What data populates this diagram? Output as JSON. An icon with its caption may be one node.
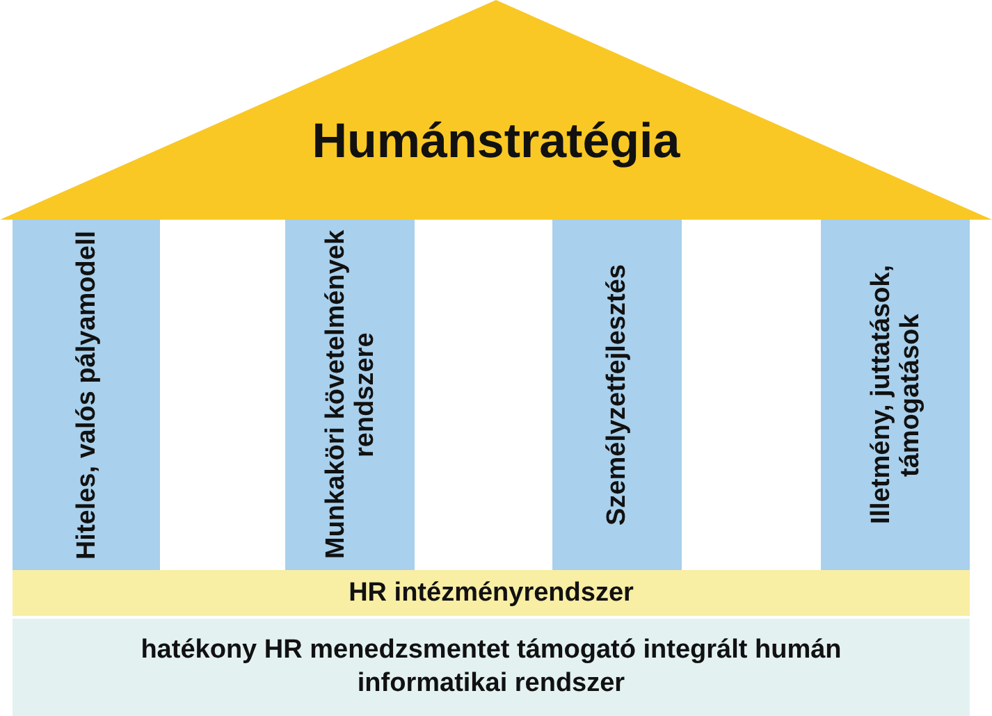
{
  "diagram": {
    "nodes": [
      {
        "text": [
          "Humánstratégia"
        ]
      },
      {
        "text": [
          "Hiteles, valós pályamodell"
        ]
      },
      {
        "text": [
          "Munkaköri követelmények rendszere"
        ]
      },
      {
        "text": [
          "Személyzetfejlesztés"
        ]
      },
      {
        "text": [
          "Illetmény, juttatások, támogatások"
        ]
      },
      {
        "text": [
          "HR intézményrendszer"
        ]
      },
      {
        "text": [
          "hatékony HR menedzsmentet támogató integrált humán informatikai rendszer"
        ]
      }
    ]
  }
}
